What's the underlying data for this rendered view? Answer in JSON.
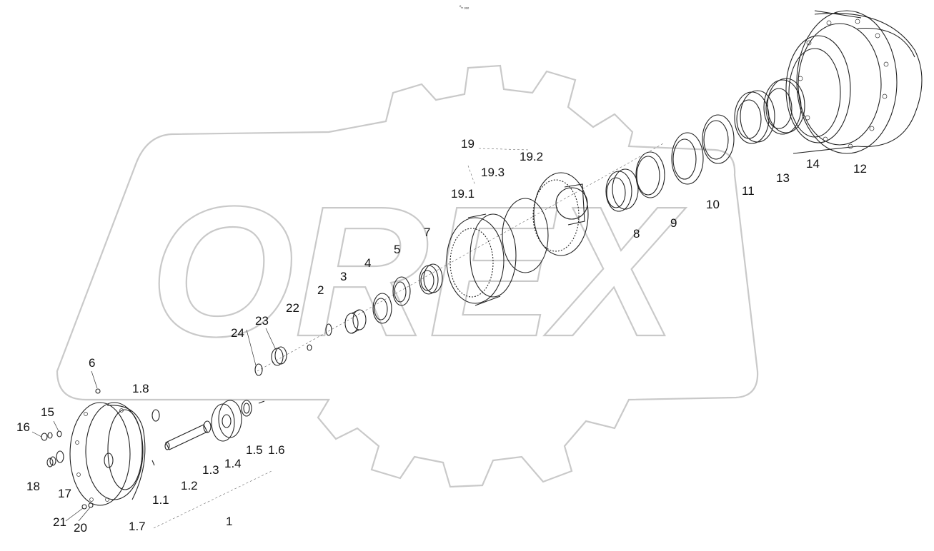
{
  "header_mark": "⁰ₙ ₒₒₒ",
  "watermark": {
    "text": "OREX",
    "color": "#c9c9c9"
  },
  "part_labels": [
    {
      "id": "1",
      "text": "1"
    },
    {
      "id": "1_1",
      "text": "1.1"
    },
    {
      "id": "1_2",
      "text": "1.2"
    },
    {
      "id": "1_3",
      "text": "1.3"
    },
    {
      "id": "1_4",
      "text": "1.4"
    },
    {
      "id": "1_5",
      "text": "1.5"
    },
    {
      "id": "1_6",
      "text": "1.6"
    },
    {
      "id": "1_7",
      "text": "1.7"
    },
    {
      "id": "1_8",
      "text": "1.8"
    },
    {
      "id": "2",
      "text": "2"
    },
    {
      "id": "3",
      "text": "3"
    },
    {
      "id": "4",
      "text": "4"
    },
    {
      "id": "5",
      "text": "5"
    },
    {
      "id": "6",
      "text": "6"
    },
    {
      "id": "7",
      "text": "7"
    },
    {
      "id": "8",
      "text": "8"
    },
    {
      "id": "9",
      "text": "9"
    },
    {
      "id": "10",
      "text": "10"
    },
    {
      "id": "11",
      "text": "11"
    },
    {
      "id": "12",
      "text": "12"
    },
    {
      "id": "13",
      "text": "13"
    },
    {
      "id": "14",
      "text": "14"
    },
    {
      "id": "15",
      "text": "15"
    },
    {
      "id": "16",
      "text": "16"
    },
    {
      "id": "17",
      "text": "17"
    },
    {
      "id": "18",
      "text": "18"
    },
    {
      "id": "19",
      "text": "19"
    },
    {
      "id": "19_1",
      "text": "19.1"
    },
    {
      "id": "19_2",
      "text": "19.2"
    },
    {
      "id": "19_3",
      "text": "19.3"
    },
    {
      "id": "20",
      "text": "20"
    },
    {
      "id": "21",
      "text": "21"
    },
    {
      "id": "22",
      "text": "22"
    },
    {
      "id": "23",
      "text": "23"
    },
    {
      "id": "24",
      "text": "24"
    }
  ]
}
